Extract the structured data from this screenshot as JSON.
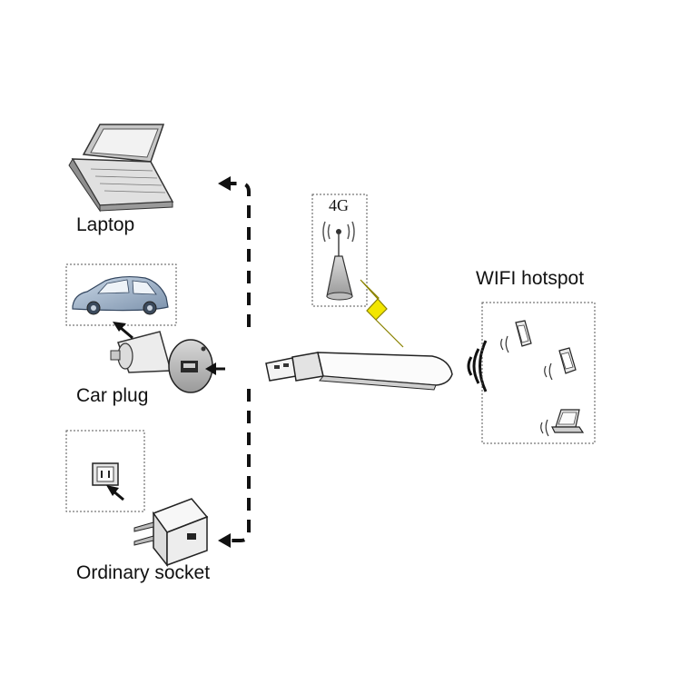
{
  "labels": {
    "laptop": "Laptop",
    "car_plug": "Car plug",
    "ordinary_socket": "Ordinary socket",
    "wifi_hotspot": "WIFI hotspot",
    "network": "4G"
  },
  "icons": [
    "laptop-icon",
    "car-icon",
    "car-charger-icon",
    "wall-outlet-icon",
    "usb-wall-adapter-icon",
    "cell-tower-icon",
    "lightning-icon",
    "usb-modem-icon",
    "wifi-signal-icon",
    "smartphone-icon",
    "tablet-icon"
  ],
  "colors": {
    "lightning": "#f2e600",
    "line": "#111111",
    "box_border": "#555555"
  }
}
